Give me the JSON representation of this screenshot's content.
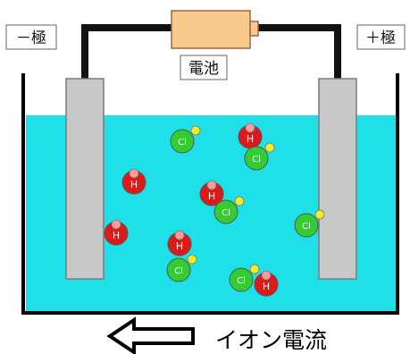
{
  "labels": {
    "negative_electrode": "－極",
    "positive_electrode": "＋極",
    "battery": "電池",
    "ion_current": "イオン電流"
  },
  "ions": {
    "hydrogen": {
      "symbol": "H",
      "charge": "+",
      "color": "#dd1a1a",
      "charge_color": "#ff9a9a"
    },
    "chloride": {
      "symbol": "Cl",
      "charge": "−",
      "color": "#33cc33",
      "charge_color": "#f2ee22"
    }
  },
  "colors": {
    "solution": "#1fe0e8",
    "electrode": "#c8c8c8",
    "battery": "#f7c98a",
    "wire": "#111111",
    "arrow_outline": "#000000"
  }
}
